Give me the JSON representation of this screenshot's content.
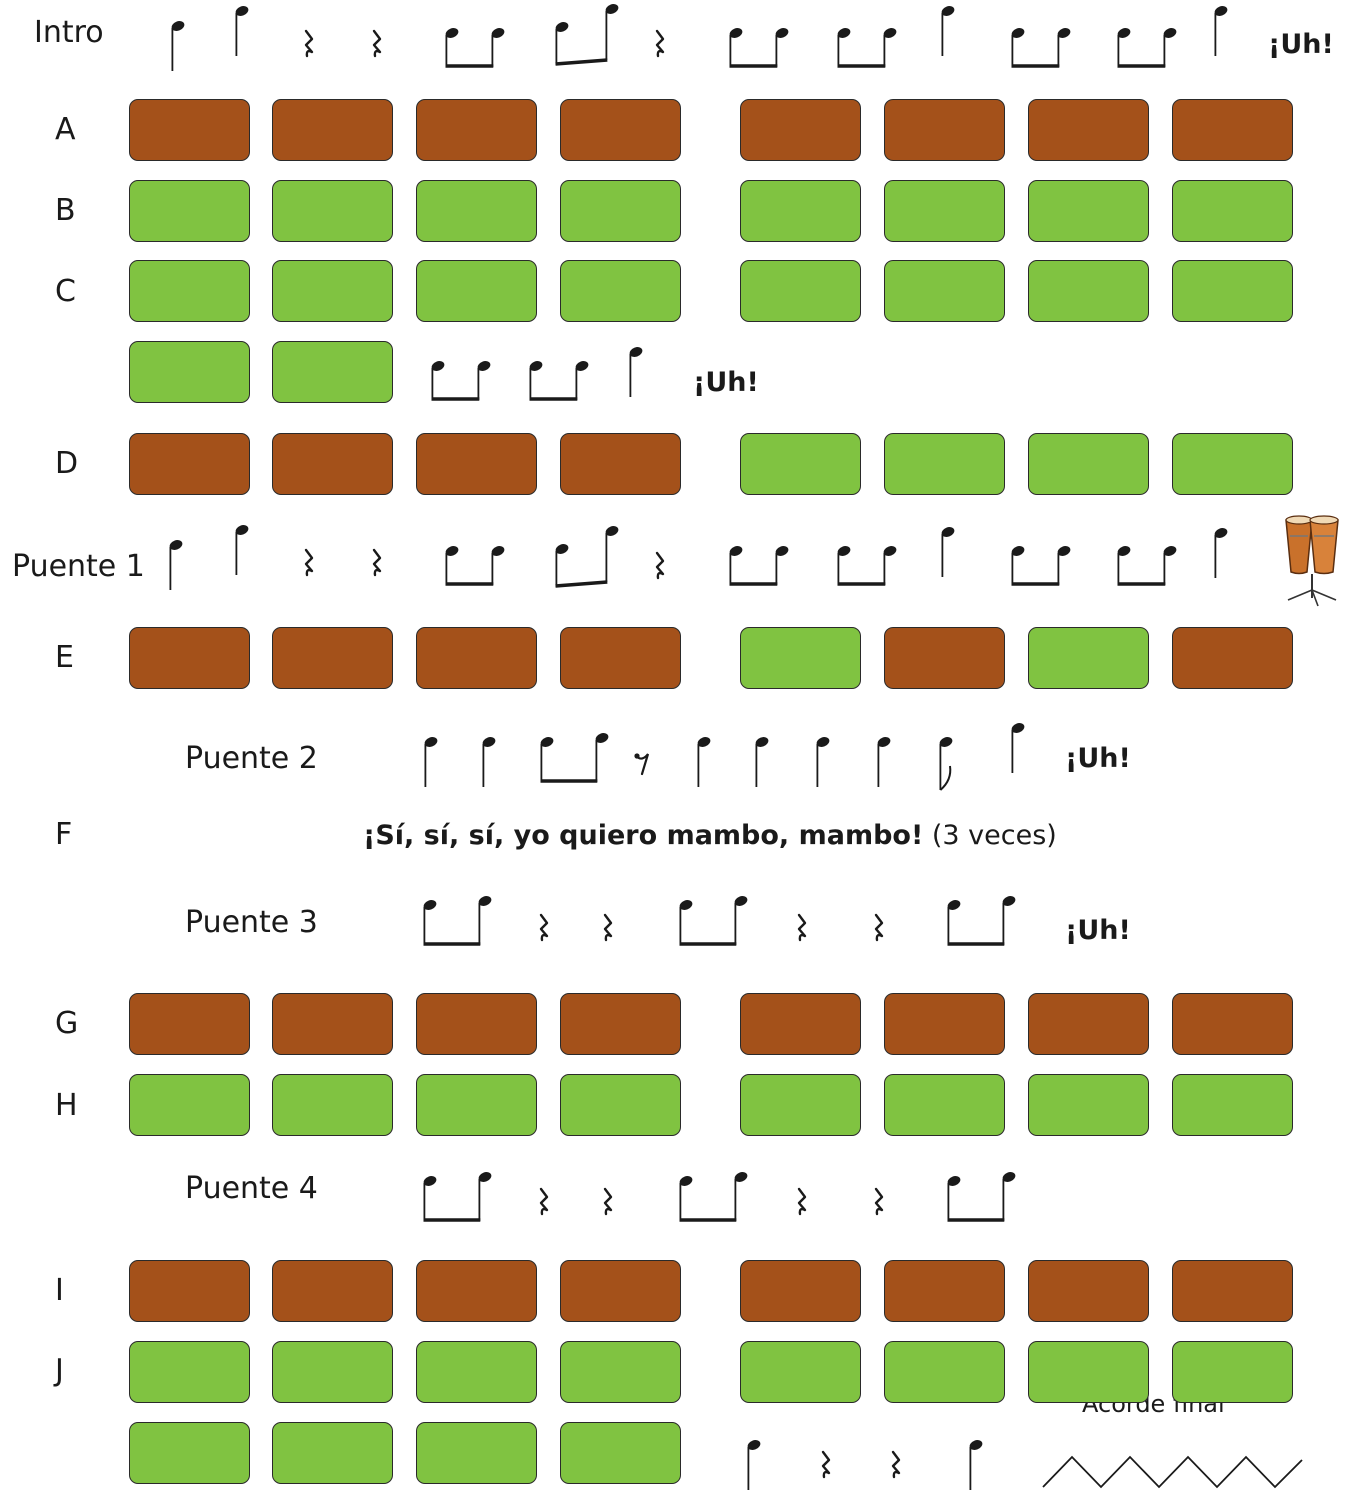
{
  "labels": {
    "intro": "Intro",
    "a": "A",
    "b": "B",
    "c": "C",
    "d": "D",
    "puente1": "Puente 1",
    "e": "E",
    "puente2": "Puente 2",
    "f": "F",
    "puente3": "Puente 3",
    "g": "G",
    "h": "H",
    "puente4": "Puente 4",
    "i": "I",
    "j": "J"
  },
  "shout": "¡Uh!",
  "mambo_line": "¡Sí, sí, sí, yo quiero mambo, mambo!",
  "mambo_repeat": "(3 veces)",
  "acorde_final": "Acorde final",
  "colors": {
    "brown": "#a4511a",
    "green": "#80c341"
  },
  "icon": "conga-drums-icon"
}
